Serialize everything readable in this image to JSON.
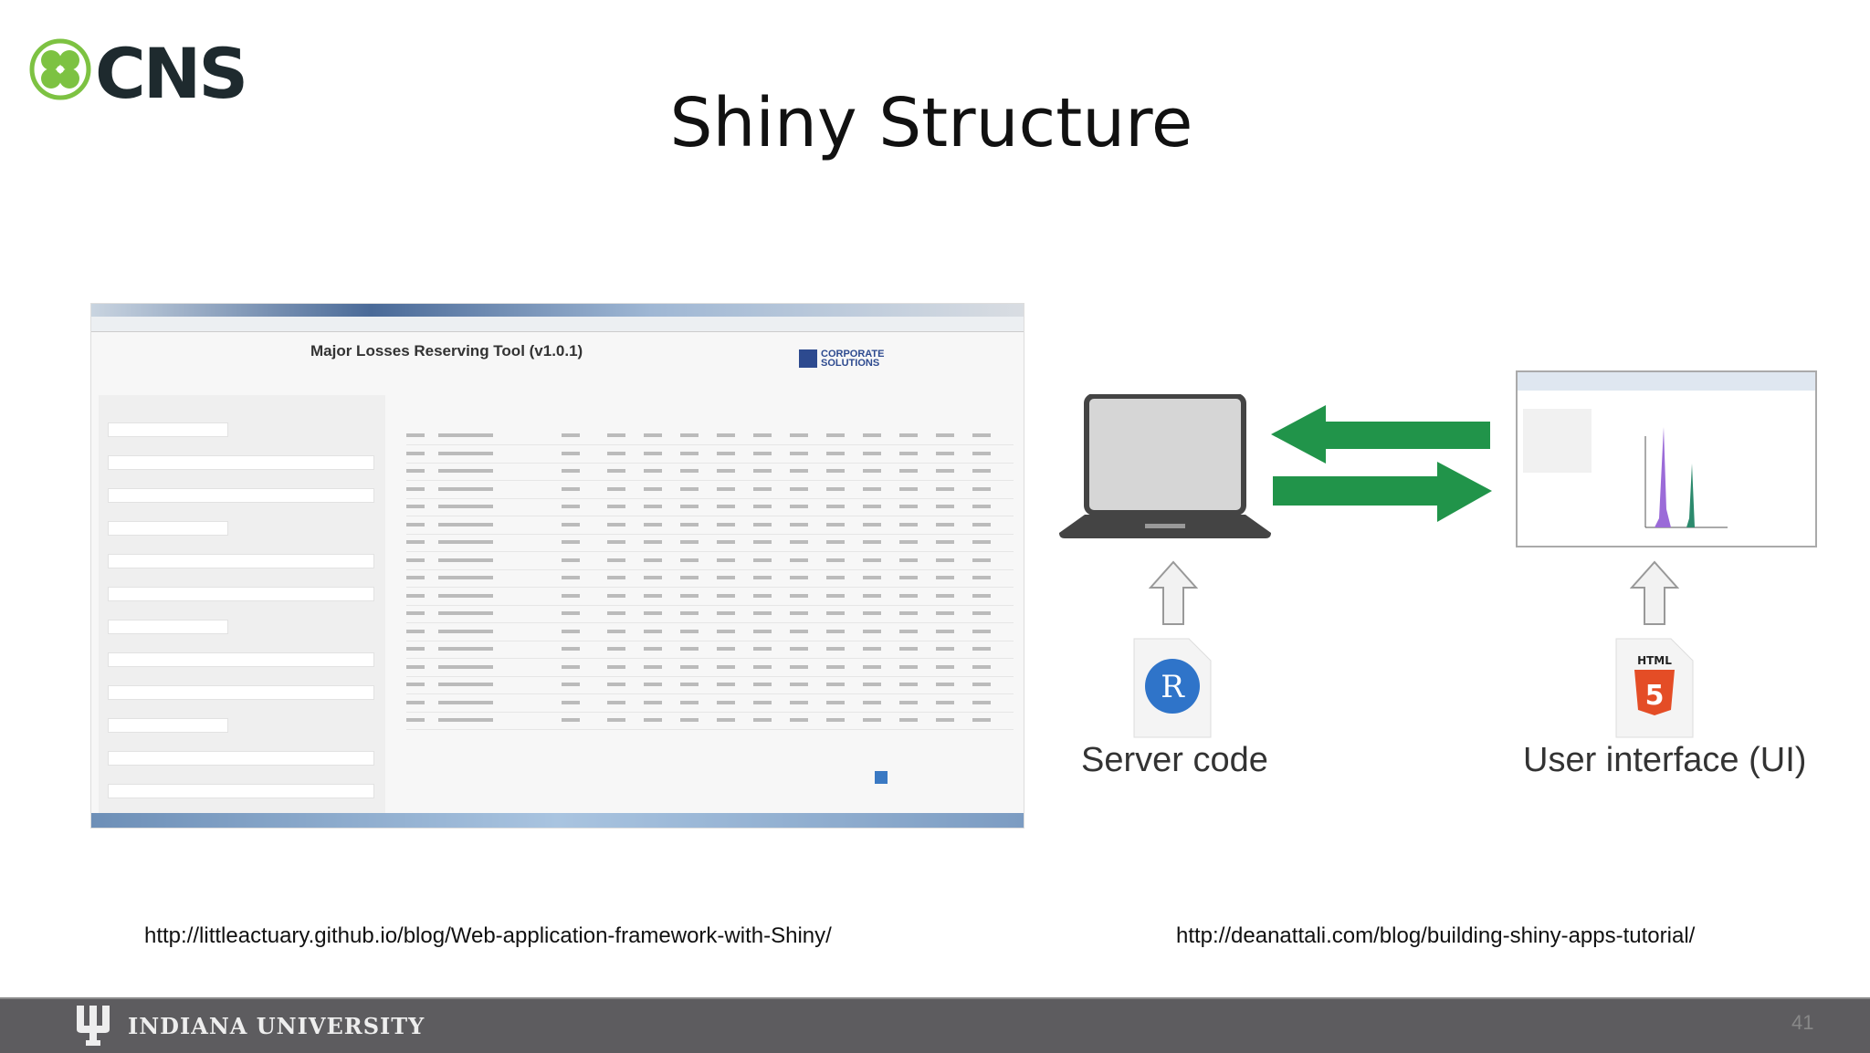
{
  "logo": {
    "text": "CNS",
    "color": "#7dc242"
  },
  "slide": {
    "title": "Shiny Structure",
    "page_number": "41"
  },
  "left_screenshot": {
    "app_title": "Major Losses Reserving Tool (v1.0.1)",
    "logo_text": "CORPORATE SOLUTIONS"
  },
  "diagram": {
    "server_label": "Server code",
    "ui_label": "User interface (UI)",
    "arrow_color": "#21944a",
    "r_icon": "R",
    "html_icon": "HTML"
  },
  "links": {
    "left": "http://littleactuary.github.io/blog/Web-application-framework-with-Shiny/",
    "right": "http://deanattali.com/blog/building-shiny-apps-tutorial/"
  },
  "footer": {
    "university": "INDIANA UNIVERSITY",
    "bg": "#5d5c5f"
  }
}
